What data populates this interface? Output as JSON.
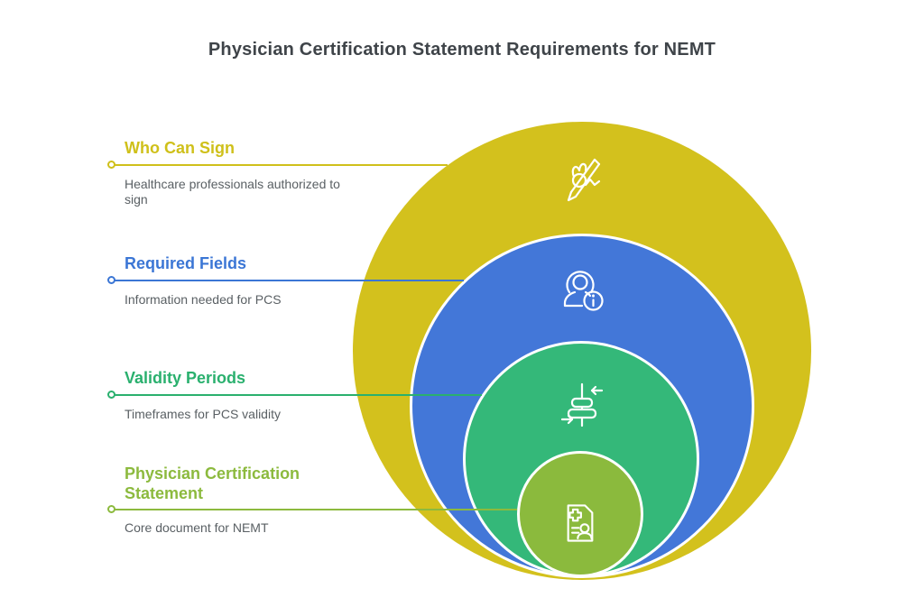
{
  "title": "Physician Certification Statement Requirements for NEMT",
  "colors": {
    "background": "#ffffff",
    "title_text": "#3f4449",
    "description_text": "#5a6064",
    "icon_stroke": "#ffffff",
    "ring_stroke": "#ffffff"
  },
  "items": [
    {
      "label": "Who Can Sign",
      "description": "Healthcare professionals authorized to sign",
      "accent_color": "#cfc01a",
      "circle_color": "#d3c11d",
      "icon": "hand-signing-icon"
    },
    {
      "label": "Required Fields",
      "description": "Information needed for PCS",
      "accent_color": "#3b76d5",
      "circle_color": "#4377d8",
      "icon": "person-info-icon"
    },
    {
      "label": "Validity Periods",
      "description": "Timeframes for PCS validity",
      "accent_color": "#2ab06e",
      "circle_color": "#34b879",
      "icon": "validity-compress-icon"
    },
    {
      "label": "Physician Certification Statement",
      "description": "Core document for NEMT",
      "accent_color": "#8cba3e",
      "circle_color": "#8bba3d",
      "icon": "medical-document-icon"
    }
  ]
}
